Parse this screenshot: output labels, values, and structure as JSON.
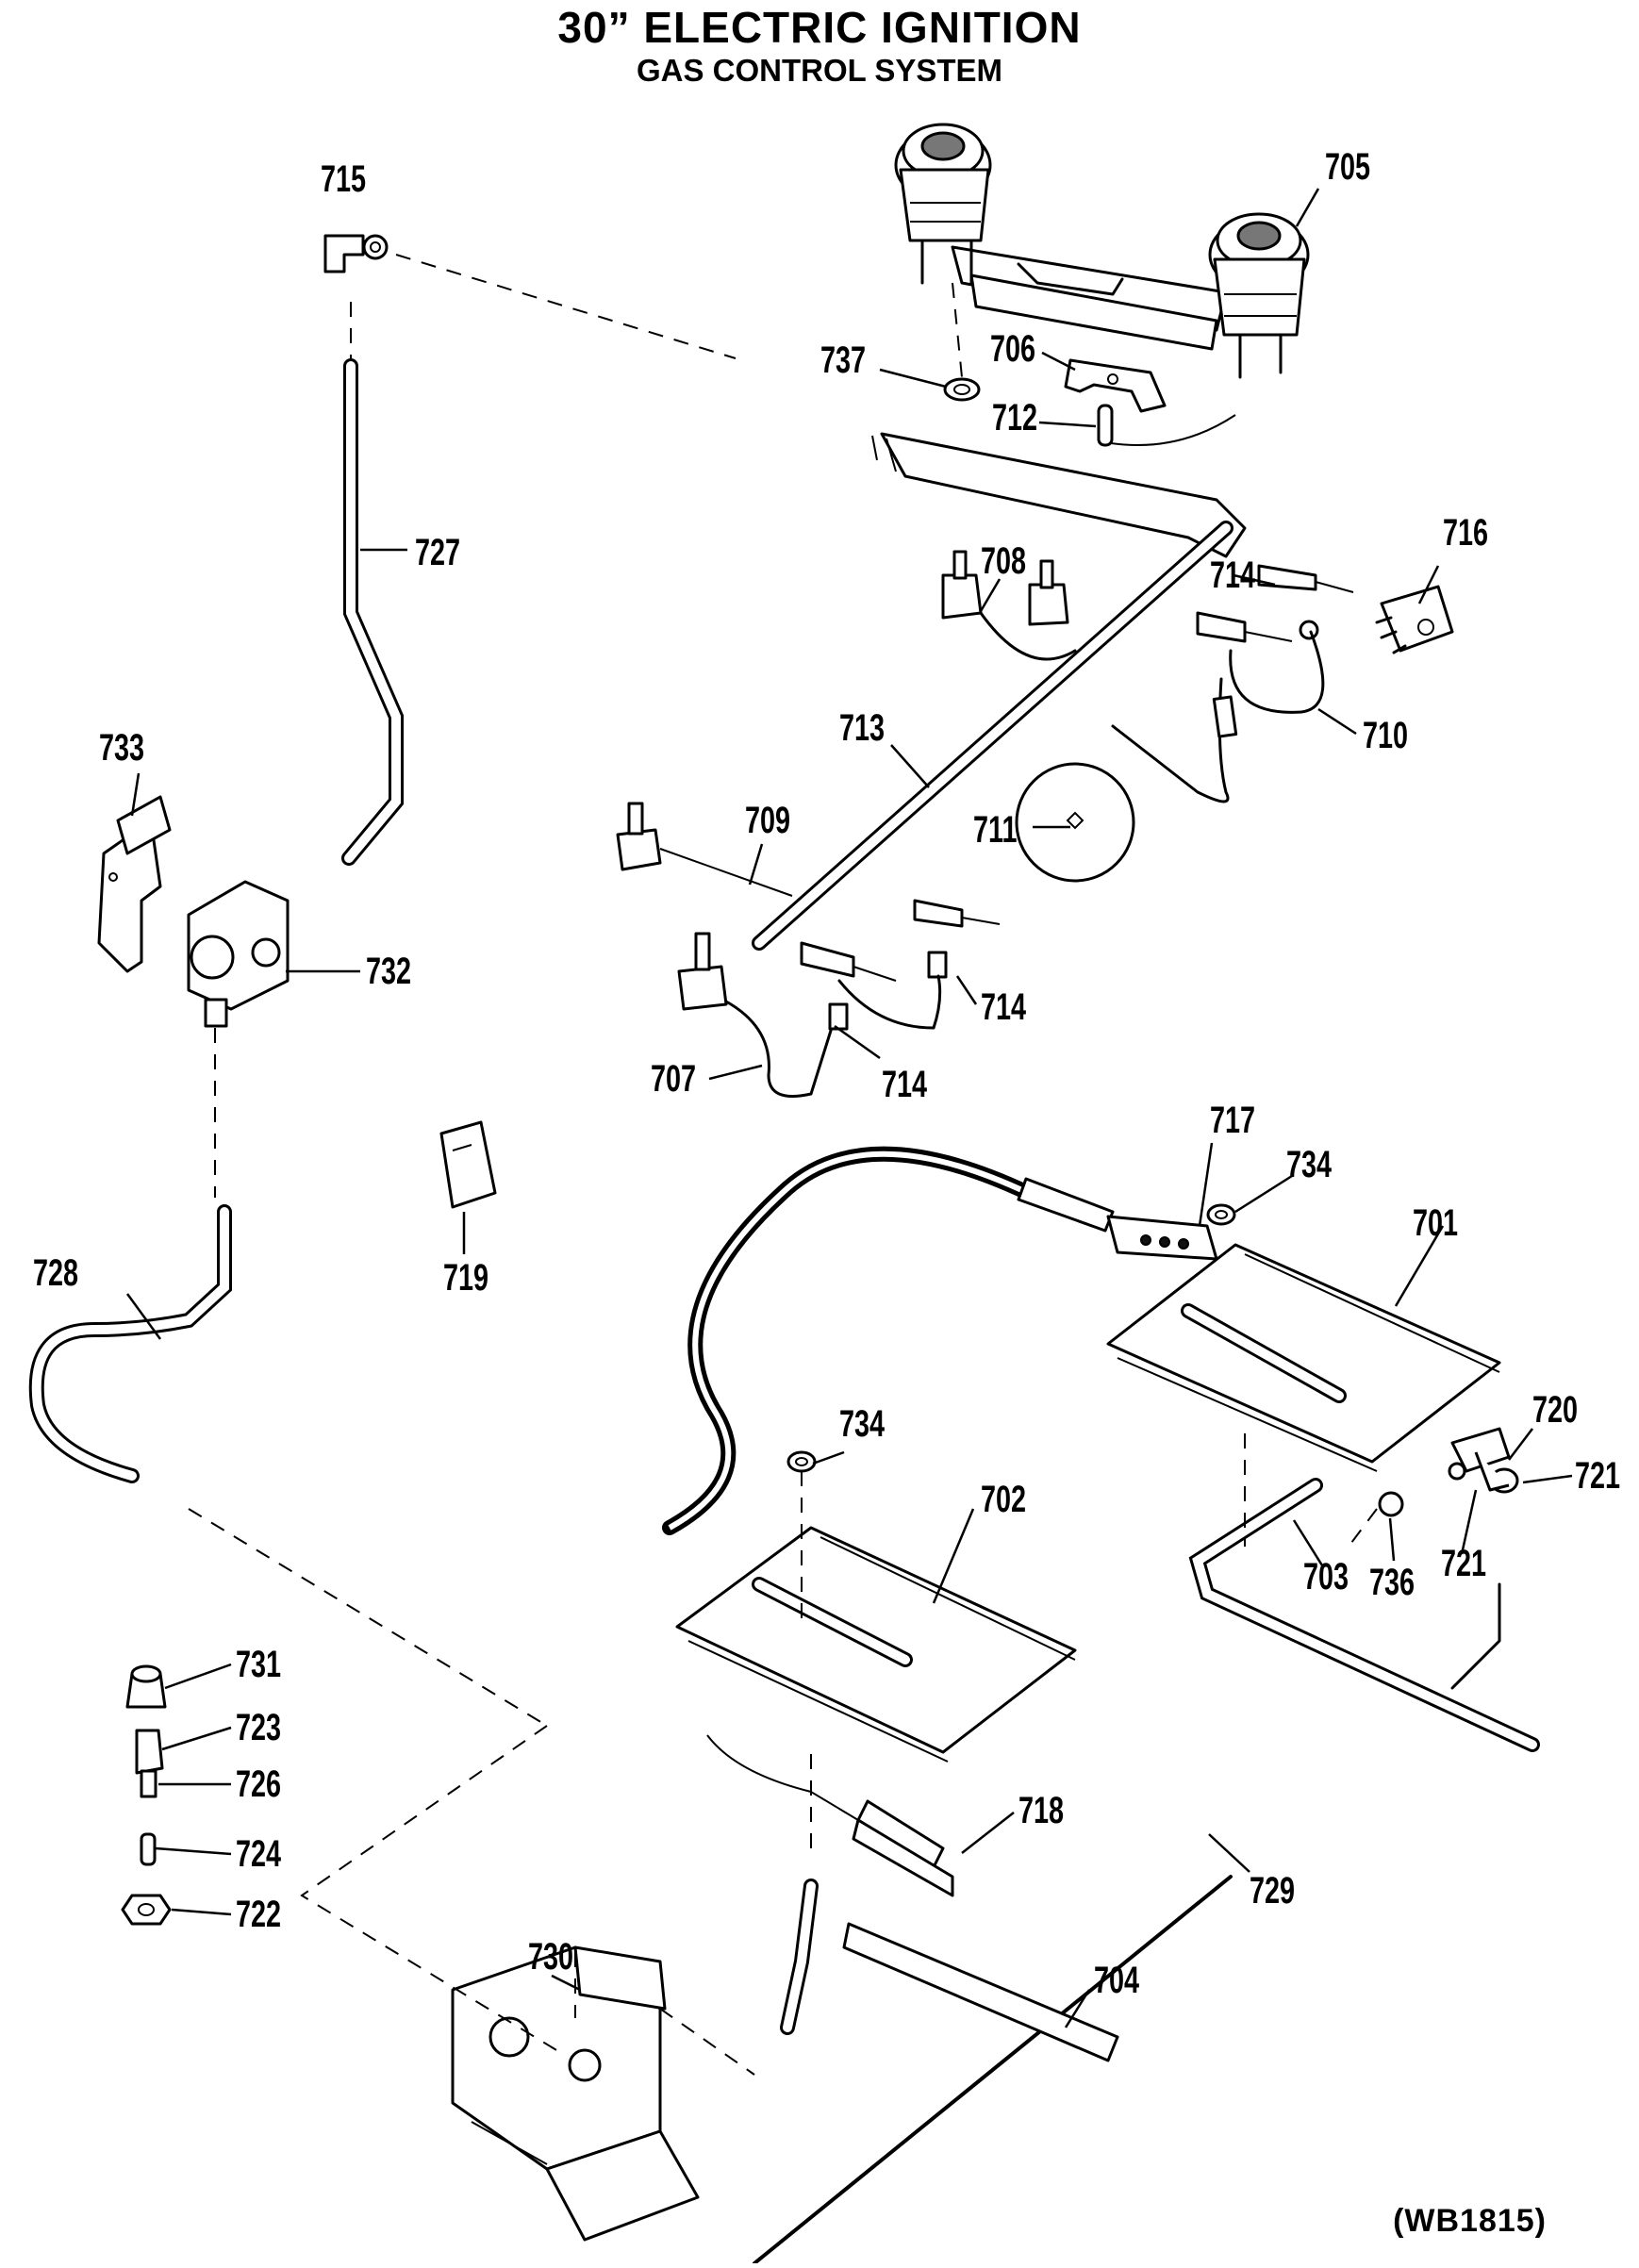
{
  "title": "30” ELECTRIC IGNITION",
  "subtitle": "GAS CONTROL SYSTEM",
  "reference_code": "(WB1815)",
  "callouts": [
    {
      "id": "c-715",
      "label": "715"
    },
    {
      "id": "c-705",
      "label": "705"
    },
    {
      "id": "c-737",
      "label": "737"
    },
    {
      "id": "c-706",
      "label": "706"
    },
    {
      "id": "c-712",
      "label": "712"
    },
    {
      "id": "c-727",
      "label": "727"
    },
    {
      "id": "c-708",
      "label": "708"
    },
    {
      "id": "c-716",
      "label": "716"
    },
    {
      "id": "c-714a",
      "label": "714"
    },
    {
      "id": "c-710",
      "label": "710"
    },
    {
      "id": "c-713",
      "label": "713"
    },
    {
      "id": "c-733",
      "label": "733"
    },
    {
      "id": "c-709",
      "label": "709"
    },
    {
      "id": "c-711",
      "label": "711"
    },
    {
      "id": "c-732",
      "label": "732"
    },
    {
      "id": "c-714b",
      "label": "714"
    },
    {
      "id": "c-707",
      "label": "707"
    },
    {
      "id": "c-714c",
      "label": "714"
    },
    {
      "id": "c-717",
      "label": "717"
    },
    {
      "id": "c-734a",
      "label": "734"
    },
    {
      "id": "c-701",
      "label": "701"
    },
    {
      "id": "c-719",
      "label": "719"
    },
    {
      "id": "c-728",
      "label": "728"
    },
    {
      "id": "c-720",
      "label": "720"
    },
    {
      "id": "c-721a",
      "label": "721"
    },
    {
      "id": "c-734b",
      "label": "734"
    },
    {
      "id": "c-702",
      "label": "702"
    },
    {
      "id": "c-703",
      "label": "703"
    },
    {
      "id": "c-736",
      "label": "736"
    },
    {
      "id": "c-721b",
      "label": "721"
    },
    {
      "id": "c-731",
      "label": "731"
    },
    {
      "id": "c-723",
      "label": "723"
    },
    {
      "id": "c-726",
      "label": "726"
    },
    {
      "id": "c-718",
      "label": "718"
    },
    {
      "id": "c-724",
      "label": "724"
    },
    {
      "id": "c-729",
      "label": "729"
    },
    {
      "id": "c-722",
      "label": "722"
    },
    {
      "id": "c-730",
      "label": "730"
    },
    {
      "id": "c-704",
      "label": "704"
    }
  ]
}
